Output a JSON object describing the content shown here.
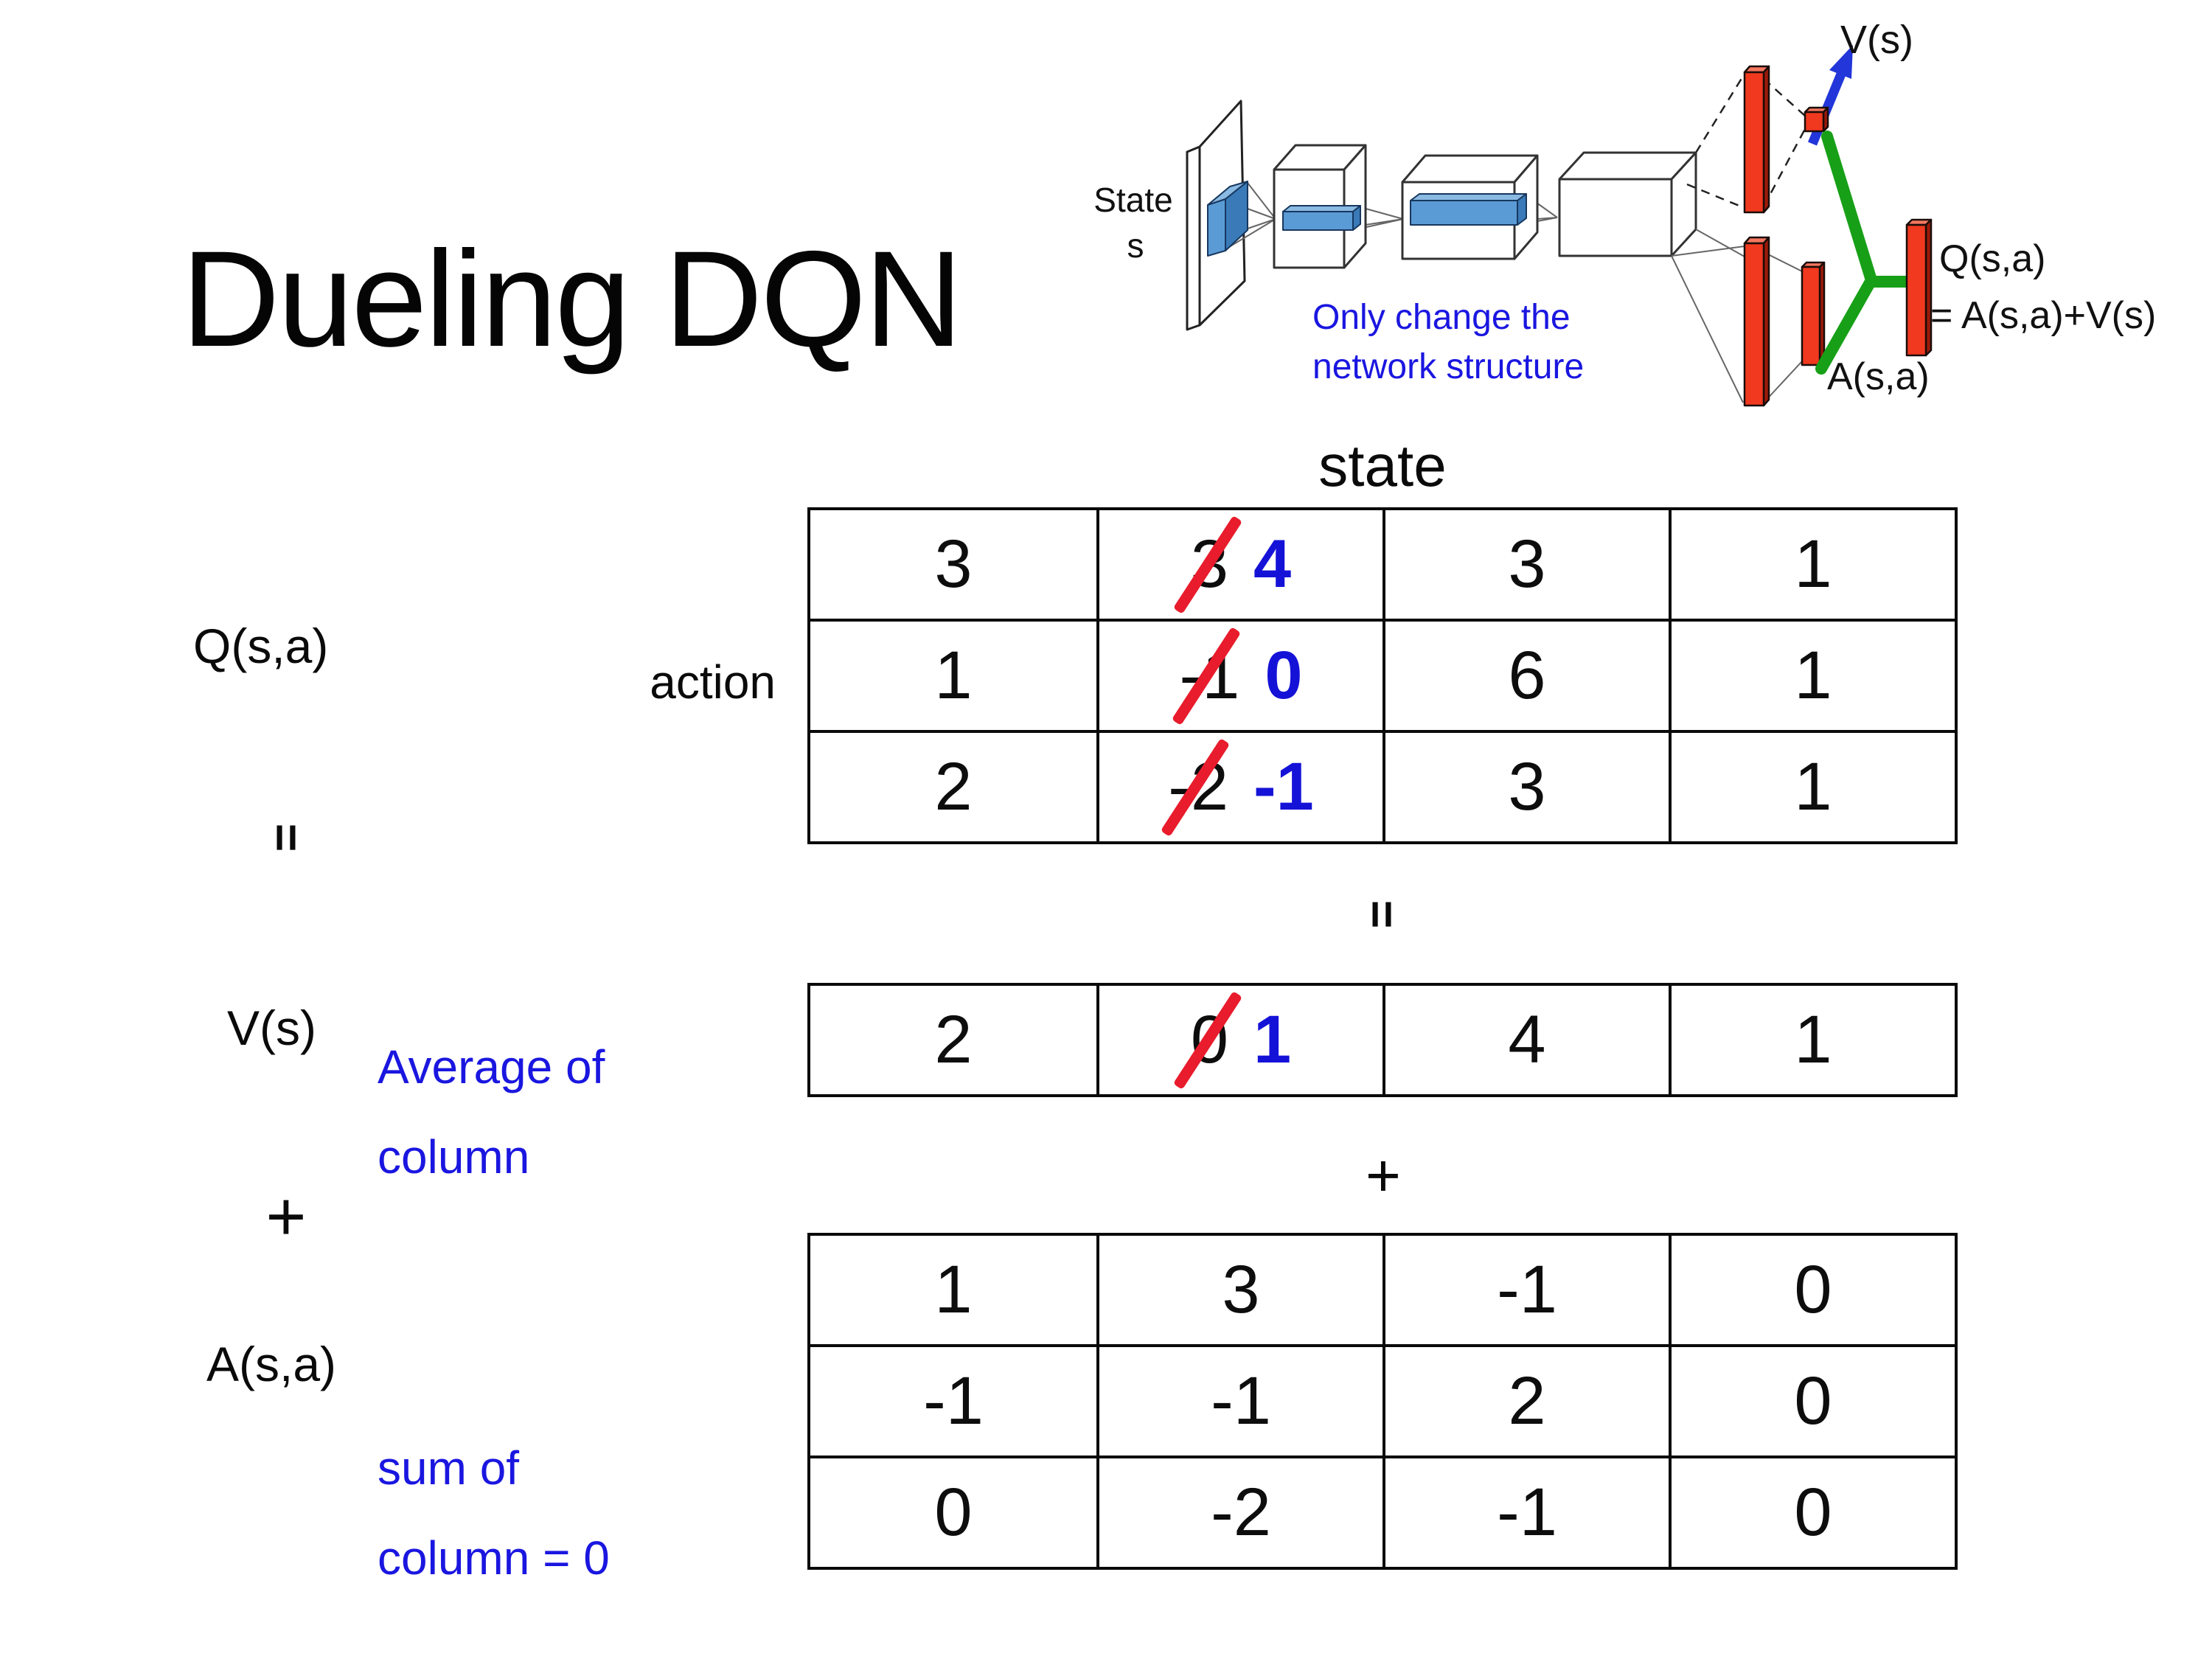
{
  "title": "Dueling DQN",
  "colors": {
    "blue_annotation": "#1a16e0",
    "cross_red": "#e81c2c",
    "bar_red_front": "#f0391f",
    "bar_red_side": "#9c1a0a",
    "bar_blue_front": "#5b9bd5",
    "green_connector": "#17a017",
    "arrow_blue": "#2236d9"
  },
  "diagram": {
    "state_line1": "State",
    "state_line2": "s",
    "v_out_label": "V(s)",
    "q_out_label_line1": "Q(s,a)",
    "q_out_label_line2": "= A(s,a)+V(s)",
    "a_out_label": "A(s,a)",
    "note_line1": "Only change the",
    "note_line2": "network structure"
  },
  "axes": {
    "state": "state",
    "action": "action"
  },
  "equation": {
    "q": "Q(s,a)",
    "equals": "=",
    "v": "V(s)",
    "plus": "+",
    "a": "A(s,a)"
  },
  "notes": {
    "avg_line1": "Average of",
    "avg_line2": "column",
    "sum_line1": "sum of",
    "sum_line2": "column = 0"
  },
  "q_table": {
    "rows": [
      [
        {
          "v": "3"
        },
        {
          "old": "3",
          "new": "4"
        },
        {
          "v": "3"
        },
        {
          "v": "1"
        }
      ],
      [
        {
          "v": "1"
        },
        {
          "old": "-1",
          "new": "0"
        },
        {
          "v": "6"
        },
        {
          "v": "1"
        }
      ],
      [
        {
          "v": "2"
        },
        {
          "old": "-2",
          "new": "-1"
        },
        {
          "v": "3"
        },
        {
          "v": "1"
        }
      ]
    ]
  },
  "v_table": {
    "rows": [
      [
        {
          "v": "2"
        },
        {
          "old": "0",
          "new": "1"
        },
        {
          "v": "4"
        },
        {
          "v": "1"
        }
      ]
    ]
  },
  "a_table": {
    "rows": [
      [
        {
          "v": "1"
        },
        {
          "v": "3"
        },
        {
          "v": "-1"
        },
        {
          "v": "0"
        }
      ],
      [
        {
          "v": "-1"
        },
        {
          "v": "-1"
        },
        {
          "v": "2"
        },
        {
          "v": "0"
        }
      ],
      [
        {
          "v": "0"
        },
        {
          "v": "-2"
        },
        {
          "v": "-1"
        },
        {
          "v": "0"
        }
      ]
    ]
  }
}
